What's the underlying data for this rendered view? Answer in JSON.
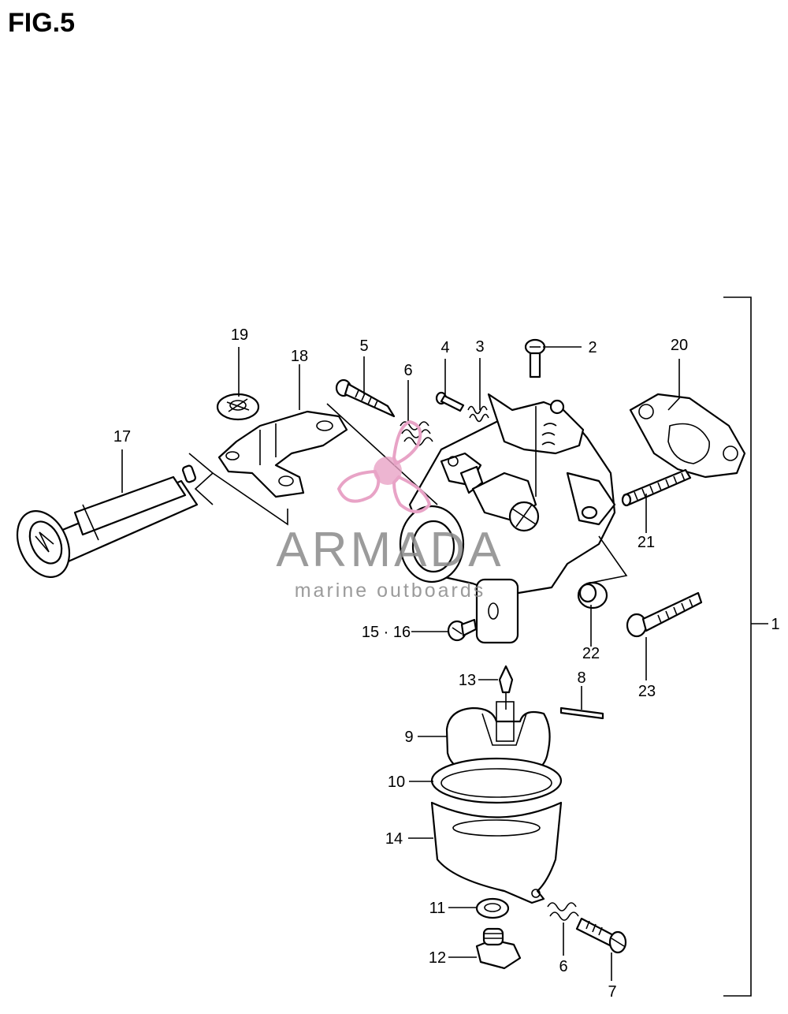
{
  "figure": {
    "title": "FIG.5"
  },
  "watermark": {
    "brand": "ARMADA",
    "tagline": "marine outboards",
    "accent_color": "#e8a3c6",
    "text_color": "#8a8a8a",
    "icon": "propeller-icon"
  },
  "callouts": {
    "p1": "1",
    "p2": "2",
    "p3": "3",
    "p4": "4",
    "p5": "5",
    "p6a": "6",
    "p6b": "6",
    "p7": "7",
    "p8": "8",
    "p9": "9",
    "p10": "10",
    "p11": "11",
    "p12": "12",
    "p13": "13",
    "p14": "14",
    "p15_16": "15 · 16",
    "p17": "17",
    "p18": "18",
    "p19": "19",
    "p20": "20",
    "p21": "21",
    "p22": "22",
    "p23": "23"
  }
}
